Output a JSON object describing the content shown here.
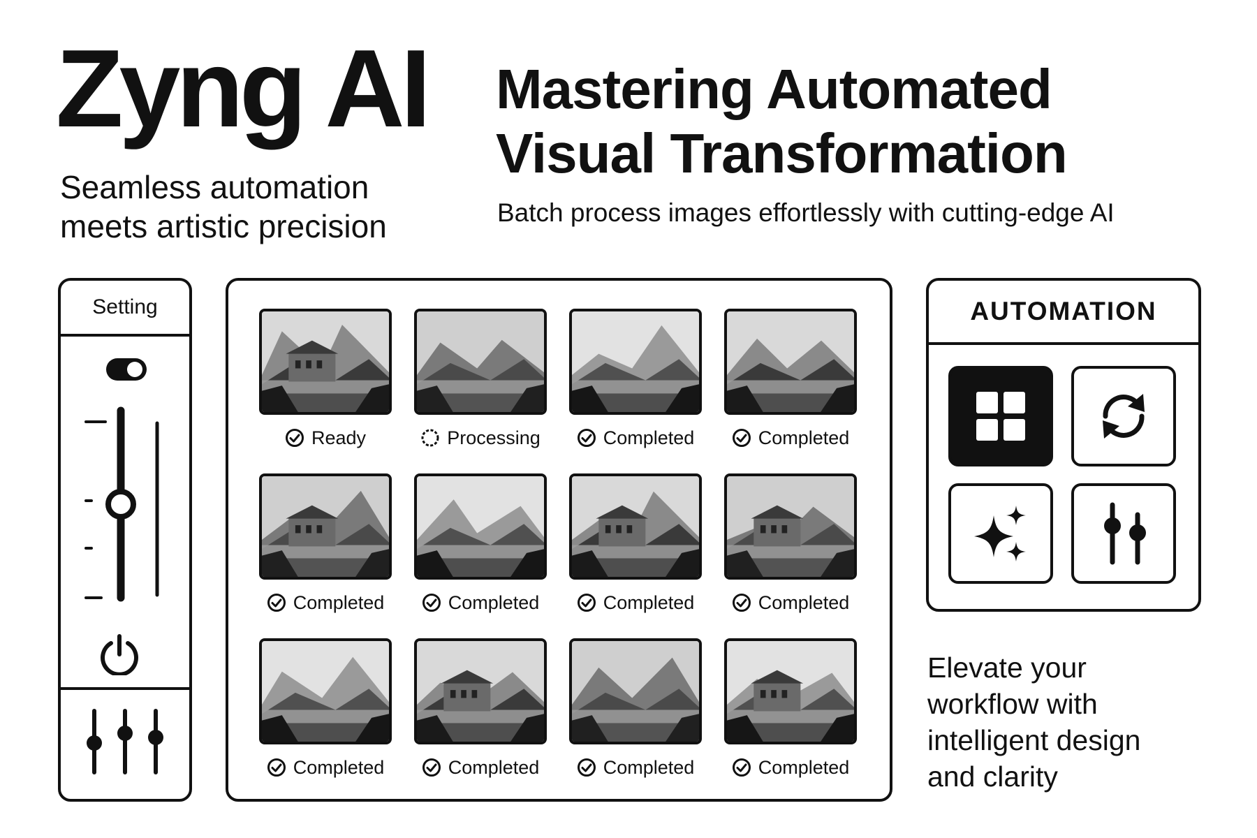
{
  "brand": {
    "title": "Zyng AI",
    "tagline_line1": "Seamless automation",
    "tagline_line2": "meets artistic precision"
  },
  "hero": {
    "title_line1": "Mastering Automated",
    "title_line2": "Visual Transformation",
    "subtitle": "Batch process images effortlessly with cutting-edge AI"
  },
  "settings": {
    "title": "Setting",
    "toggle_on": true,
    "slider_level": 0.5,
    "icons": [
      "toggle-icon",
      "power-icon",
      "equalizer-icon"
    ]
  },
  "gallery": {
    "items": [
      {
        "status": "Ready",
        "scene": "house-by-lake"
      },
      {
        "status": "Processing",
        "scene": "lake-reflection"
      },
      {
        "status": "Completed",
        "scene": "river-valley"
      },
      {
        "status": "Completed",
        "scene": "cliff-river"
      },
      {
        "status": "Completed",
        "scene": "manor-lake"
      },
      {
        "status": "Completed",
        "scene": "mountain-lake"
      },
      {
        "status": "Completed",
        "scene": "ruined-house"
      },
      {
        "status": "Completed",
        "scene": "villa-lakeside"
      },
      {
        "status": "Completed",
        "scene": "mountain-valley"
      },
      {
        "status": "Completed",
        "scene": "tower-house"
      },
      {
        "status": "Completed",
        "scene": "fjord"
      },
      {
        "status": "Completed",
        "scene": "chapel"
      }
    ]
  },
  "automation": {
    "title": "AUTOMATION",
    "buttons": [
      {
        "icon": "grid-icon",
        "active": true
      },
      {
        "icon": "refresh-icon",
        "active": false
      },
      {
        "icon": "sparkle-icon",
        "active": false
      },
      {
        "icon": "sliders-icon",
        "active": false
      }
    ]
  },
  "footer": {
    "line1": "Elevate your",
    "line2": "workflow with",
    "line3": "intelligent design",
    "line4": "and clarity"
  },
  "colors": {
    "ink": "#111111",
    "paper": "#ffffff"
  }
}
